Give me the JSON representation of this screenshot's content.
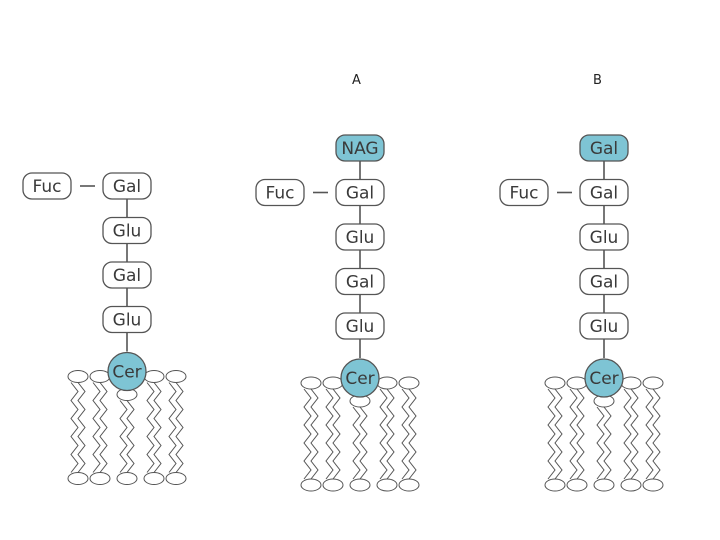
{
  "labels": {
    "a": "A",
    "b": "B"
  },
  "colors": {
    "highlight": "#7ec4d4",
    "outline": "#555555",
    "box_fill": "#ffffff"
  },
  "structures": [
    {
      "id": "type-h",
      "column_label": "",
      "chain": [
        "Gal",
        "Glu",
        "Gal",
        "Glu"
      ],
      "terminal": null,
      "branch": "Fuc",
      "anchor": "Cer"
    },
    {
      "id": "type-a",
      "column_label": "A",
      "chain": [
        "Gal",
        "Glu",
        "Gal",
        "Glu"
      ],
      "terminal": "NAG",
      "branch": "Fuc",
      "anchor": "Cer"
    },
    {
      "id": "type-b",
      "column_label": "B",
      "chain": [
        "Gal",
        "Glu",
        "Gal",
        "Glu"
      ],
      "terminal": "Gal",
      "branch": "Fuc",
      "anchor": "Cer"
    }
  ]
}
